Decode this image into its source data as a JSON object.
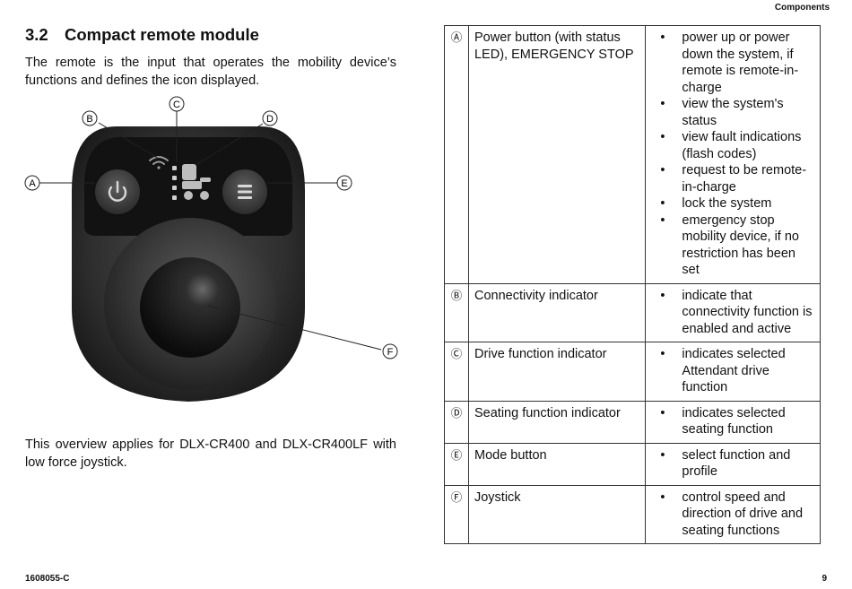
{
  "header": {
    "chapter": "Components"
  },
  "section": {
    "number": "3.2",
    "title": "Compact remote module"
  },
  "intro_text": "The remote is the input that operates the mobility device’s functions and defines the icon displayed.",
  "figure": {
    "callouts": [
      "A",
      "B",
      "C",
      "D",
      "E",
      "F"
    ],
    "icons": [
      "power-icon",
      "menu-icon",
      "wifi-icon",
      "seat-icon"
    ]
  },
  "applies_text": "This overview applies for DLX-CR400 and DLX-CR400LF with low force joystick.",
  "components": [
    {
      "letter": "Ⓐ",
      "name": "Power button (with status LED), EMERGENCY STOP",
      "functions": [
        "power up or power down the system, if remote is remote-in-charge",
        "view the system's status",
        "view fault indications (flash codes)",
        "request to be remote-in-charge",
        "lock the system",
        "emergency stop mobility device, if no restriction has been set"
      ]
    },
    {
      "letter": "Ⓑ",
      "name": "Connectivity indicator",
      "functions": [
        "indicate that connectivity function is enabled and active"
      ]
    },
    {
      "letter": "Ⓒ",
      "name": "Drive function indicator",
      "functions": [
        "indicates selected Attendant drive function"
      ]
    },
    {
      "letter": "Ⓓ",
      "name": "Seating function indicator",
      "functions": [
        "indicates selected seating function"
      ]
    },
    {
      "letter": "Ⓔ",
      "name": "Mode button",
      "functions": [
        "select function and profile"
      ]
    },
    {
      "letter": "Ⓕ",
      "name": "Joystick",
      "functions": [
        "control speed and direction of drive and seating functions"
      ]
    }
  ],
  "footer": {
    "doc_number": "1608055-C",
    "page_number": "9"
  }
}
